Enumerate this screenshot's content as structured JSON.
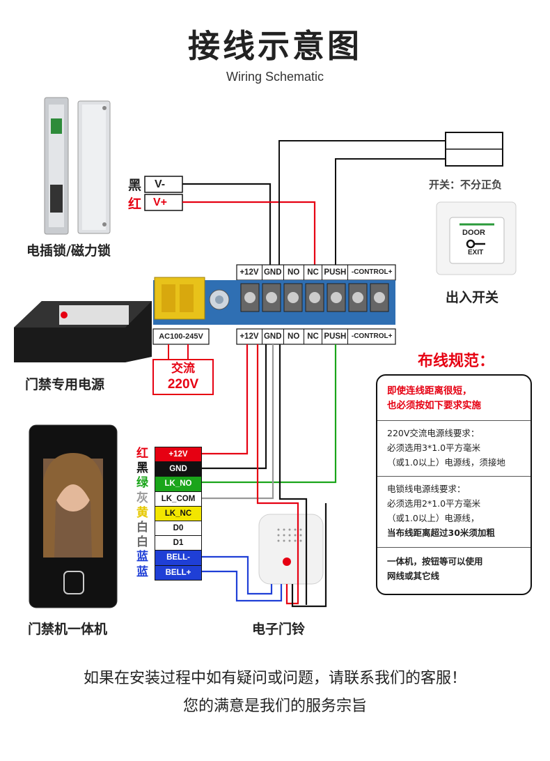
{
  "header": {
    "title": "接线示意图",
    "subtitle": "Wiring Schematic"
  },
  "lock": {
    "caption": "电插锁/磁力锁",
    "black_char": "黑",
    "red_char": "红",
    "vminus": "V-",
    "vplus": "V+"
  },
  "switch": {
    "note": "开关：不分正负",
    "caption": "出入开关",
    "door_text": "DOOR",
    "exit_text": "EXIT"
  },
  "controller": {
    "top_labels": [
      "+12V",
      "GND",
      "NO",
      "NC",
      "PUSH",
      "-CONTROL+"
    ],
    "bottom_labels": [
      "+12V",
      "GND",
      "NO",
      "NC",
      "PUSH",
      "-CONTROL+"
    ],
    "ac_label": "AC100-245V",
    "ac_text": "交流",
    "ac_voltage": "220V"
  },
  "power_supply": {
    "caption": "门禁专用电源"
  },
  "terminal": {
    "caption": "门禁机一体机"
  },
  "bell": {
    "caption": "电子门铃"
  },
  "wires": [
    {
      "color_char": "红",
      "label": "+12V",
      "color": "#e60012",
      "bg": "#e60012",
      "fg": "#ffffff"
    },
    {
      "color_char": "黑",
      "label": "GND",
      "color": "#111111",
      "bg": "#111111",
      "fg": "#ffffff"
    },
    {
      "color_char": "绿",
      "label": "LK_NO",
      "color": "#1aa51a",
      "bg": "#1aa51a",
      "fg": "#ffffff"
    },
    {
      "color_char": "灰",
      "label": "LK_COM",
      "color": "#999999",
      "bg": "#ffffff",
      "fg": "#111111"
    },
    {
      "color_char": "黄",
      "label": "LK_NC",
      "color": "#e6c800",
      "bg": "#f2e600",
      "fg": "#111111"
    },
    {
      "color_char": "白",
      "label": "D0",
      "color": "#666666",
      "bg": "#ffffff",
      "fg": "#111111"
    },
    {
      "color_char": "白",
      "label": "D1",
      "color": "#666666",
      "bg": "#ffffff",
      "fg": "#111111"
    },
    {
      "color_char": "蓝",
      "label": "BELL-",
      "color": "#1f3fd6",
      "bg": "#1f3fd6",
      "fg": "#ffffff"
    },
    {
      "color_char": "蓝",
      "label": "BELL+",
      "color": "#1f3fd6",
      "bg": "#1f3fd6",
      "fg": "#ffffff"
    }
  ],
  "rules": {
    "heading": "布线规范：",
    "sections": [
      {
        "lines": [
          "即使连线距离很短，",
          "也必须按如下要求实施"
        ],
        "highlight": true
      },
      {
        "lines": [
          "220V交流电源线要求：",
          "必须选用3*1.0平方毫米",
          "（或1.0以上）电源线，须接地"
        ],
        "highlight": false
      },
      {
        "lines": [
          "电锁线电源线要求：",
          "必须选用2*1.0平方毫米",
          "（或1.0以上）电源线，",
          "当布线距离超过30米须加粗"
        ],
        "highlight": false,
        "bold_last": true
      },
      {
        "lines": [
          "一体机，按钮等可以使用",
          "网线或其它线"
        ],
        "highlight": false,
        "bold": true
      }
    ]
  },
  "footer": {
    "line1": "如果在安装过程中如有疑问或问题，请联系我们的客服！",
    "line2": "您的满意是我们的服务宗旨"
  }
}
